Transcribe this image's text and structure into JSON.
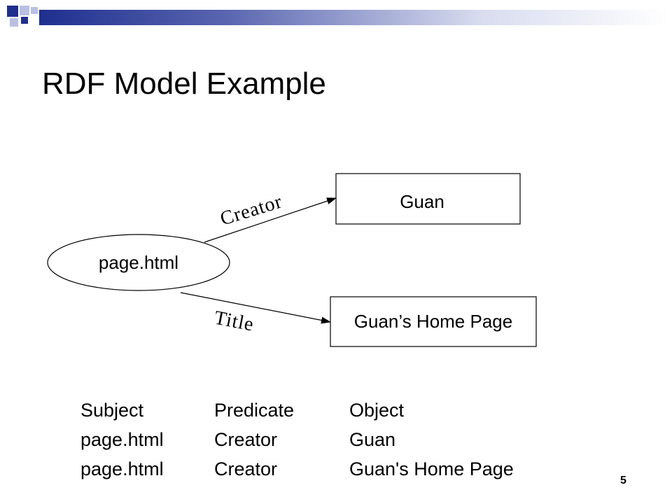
{
  "slide": {
    "title": "RDF Model Example",
    "number": "5"
  },
  "theme": {
    "accent_dark": "#1f2f8f",
    "accent_light": "#b9c0e3",
    "bar_start": "#1f2f8f",
    "bar_end": "#ffffff"
  },
  "diagram": {
    "subject": "page.html",
    "objects": [
      "Guan",
      "Guan’s Home Page"
    ],
    "predicates": [
      "Creator",
      "Title"
    ]
  },
  "table": {
    "headers": [
      "Subject",
      "Predicate",
      "Object"
    ],
    "rows": [
      [
        "page.html",
        "Creator",
        "Guan"
      ],
      [
        "page.html",
        "Creator",
        "Guan's Home Page"
      ]
    ]
  }
}
